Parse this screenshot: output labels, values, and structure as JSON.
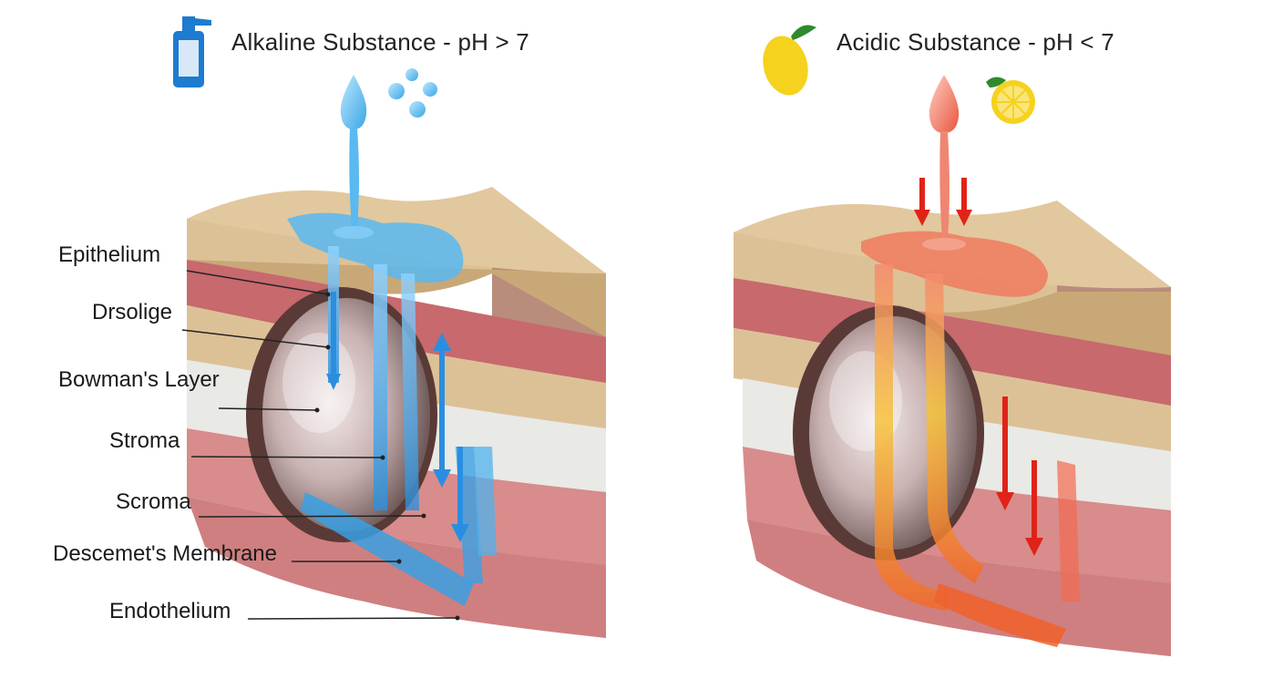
{
  "left_panel": {
    "title": "Alkaline Substance - pH > 7",
    "icon": "bottle-icon",
    "fluid_color": "#4fb3ec",
    "labels": [
      "Epithelium",
      "Drsolige",
      "Bowman's Layer",
      "Stroma",
      "Scroma",
      "Descemet's Membrane",
      "Endothelium"
    ]
  },
  "right_panel": {
    "title": "Acidic Substance - pH < 7",
    "icon": "lemon-icon",
    "fluid_color": "#f26a4f",
    "arrow_color": "#e02318"
  },
  "colors": {
    "tan_layer": "#dcc197",
    "red_layer": "#c7696d",
    "white_layer": "#e9e9e6",
    "pink_layer": "#d88c8c"
  }
}
